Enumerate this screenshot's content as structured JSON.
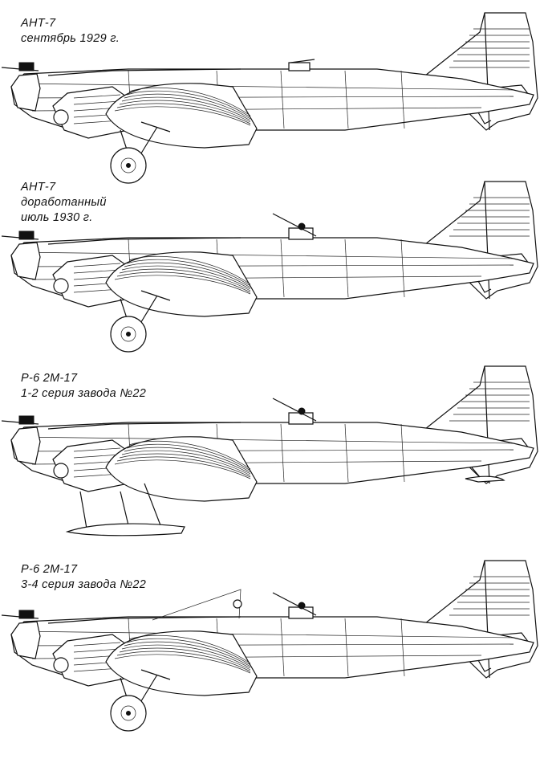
{
  "drawings": [
    {
      "lines": [
        "АНТ-7",
        "сентябрь 1929 г."
      ],
      "gear": "wheels",
      "rear_gun": false,
      "gunner_post": false
    },
    {
      "lines": [
        "АНТ-7",
        "доработанный",
        "июль 1930 г."
      ],
      "gear": "wheels",
      "rear_gun": true,
      "gunner_post": false
    },
    {
      "lines": [
        "Р-6 2М-17",
        "1-2 серия завода №22"
      ],
      "gear": "skis",
      "rear_gun": true,
      "gunner_post": false
    },
    {
      "lines": [
        "Р-6 2М-17",
        "3-4 серия завода №22"
      ],
      "gear": "wheels",
      "rear_gun": true,
      "gunner_post": true
    }
  ]
}
